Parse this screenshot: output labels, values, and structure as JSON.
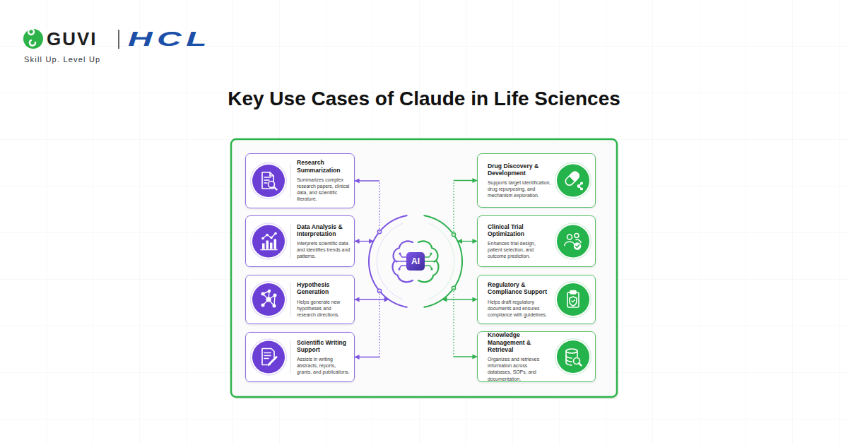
{
  "diagram": {
    "title": "Key Use Cases of Claude in Life Sciences",
    "nodes": [
      {
        "text": [
          "Research Summarization",
          "Summarizes complex research papers, clinical data, and scientific literature."
        ]
      },
      {
        "text": [
          "Data Analysis & Interpretation",
          "Interprets scientific data and identifies trends and patterns."
        ]
      },
      {
        "text": [
          "Hypothesis Generation",
          "Helps generate new hypotheses and research directions."
        ]
      },
      {
        "text": [
          "Scientific Writing Support",
          "Assists in writing abstracts, reports, grants, and publications."
        ]
      },
      {
        "text": [
          "AI"
        ]
      },
      {
        "text": [
          "Drug Discovery & Development",
          "Supports target identification, drug repurposing, and mechanism exploration."
        ]
      },
      {
        "text": [
          "Clinical Trial Optimization",
          "Enhances trial design, patient selection, and outcome prediction."
        ]
      },
      {
        "text": [
          "Regulatory & Compliance Support",
          "Helps draft regulatory documents and ensures compliance with guidelines."
        ]
      },
      {
        "text": [
          "Knowledge Management & Retrieval",
          "Organizes and retrieves information across databases, SOPs, and documentation."
        ]
      }
    ],
    "edges": [
      {
        "from": 4,
        "to": 0,
        "arrow": "to"
      },
      {
        "from": 4,
        "to": 1,
        "arrow": "both"
      },
      {
        "from": 4,
        "to": 2,
        "arrow": "both"
      },
      {
        "from": 4,
        "to": 3,
        "arrow": "to"
      },
      {
        "from": 4,
        "to": 5,
        "arrow": "to"
      },
      {
        "from": 4,
        "to": 6,
        "arrow": "both"
      },
      {
        "from": 4,
        "to": 7,
        "arrow": "both"
      },
      {
        "from": 4,
        "to": 8,
        "arrow": "to"
      }
    ],
    "labels": [
      "GUVI",
      "HCL",
      "Skill Up. Level Up"
    ]
  }
}
